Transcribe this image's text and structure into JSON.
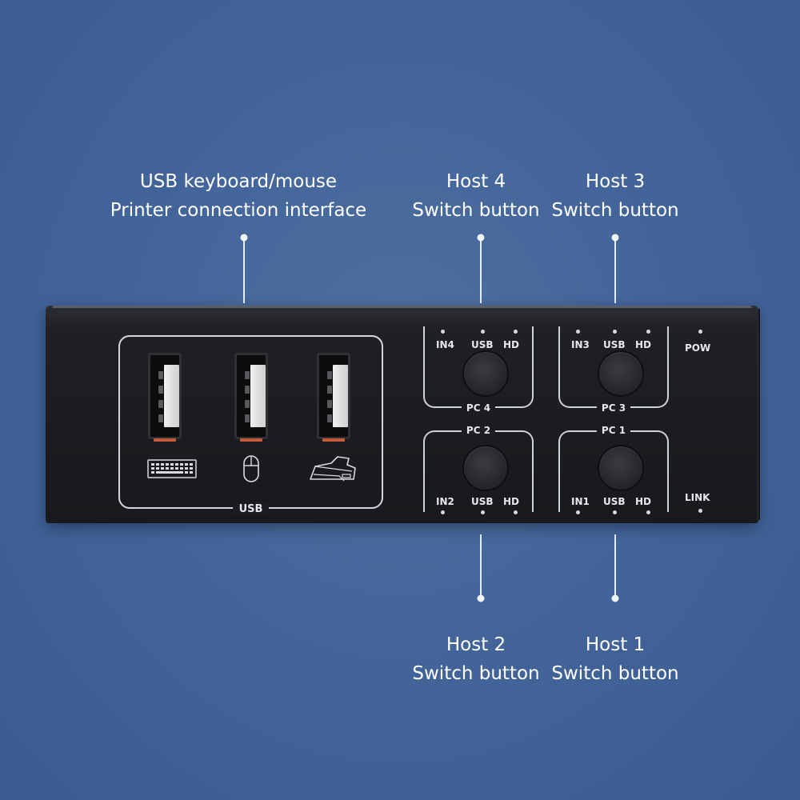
{
  "callouts": {
    "usb_interface": {
      "line1": "USB keyboard/mouse",
      "line2": "Printer connection interface"
    },
    "host4": {
      "line1": "Host 4",
      "line2": "Switch button"
    },
    "host3": {
      "line1": "Host 3",
      "line2": "Switch button"
    },
    "host2": {
      "line1": "Host 2",
      "line2": "Switch button"
    },
    "host1": {
      "line1": "Host 1",
      "line2": "Switch button"
    }
  },
  "device": {
    "usb_panel_label": "USB",
    "peripheral_icons": [
      "keyboard-icon",
      "mouse-icon",
      "printer-icon"
    ],
    "switches": {
      "pc4": {
        "label": "PC 4",
        "in_label": "IN4",
        "usb_label": "USB",
        "hd_label": "HD"
      },
      "pc3": {
        "label": "PC 3",
        "in_label": "IN3",
        "usb_label": "USB",
        "hd_label": "HD"
      },
      "pc2": {
        "label": "PC 2",
        "in_label": "IN2",
        "usb_label": "USB",
        "hd_label": "HD"
      },
      "pc1": {
        "label": "PC 1",
        "in_label": "IN1",
        "usb_label": "USB",
        "hd_label": "HD"
      }
    },
    "pow_label": "POW",
    "link_label": "LINK"
  },
  "colors": {
    "background": "#43659a",
    "device_body": "#1c1d20",
    "outline": "#d4d6da",
    "usb_lip": "#c65b3b"
  }
}
